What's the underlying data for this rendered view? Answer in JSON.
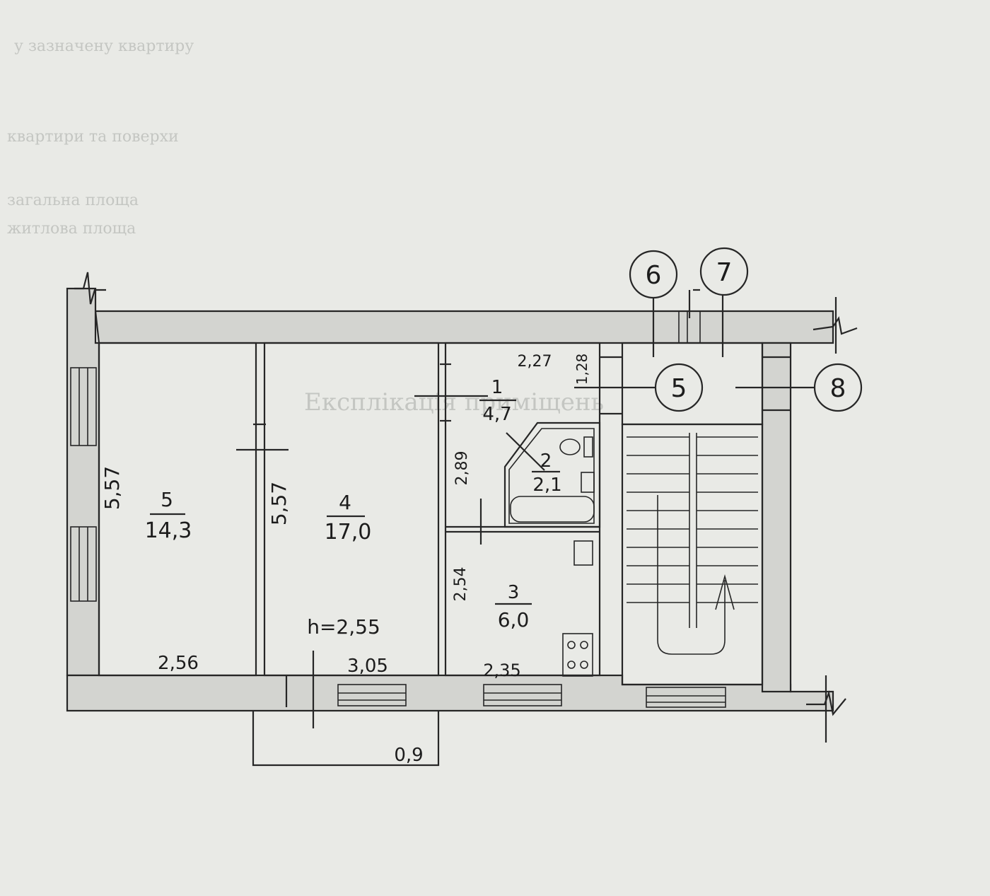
{
  "background_text": [
    "у зазначену квартиру",
    "квартири та поверхи",
    "загальна площа",
    "житлова площа",
    "Експлікація приміщень"
  ],
  "rooms": [
    {
      "number": "5",
      "area": "14,3"
    },
    {
      "number": "4",
      "area": "17,0"
    },
    {
      "number": "1",
      "area": "4,7"
    },
    {
      "number": "2",
      "area": "2,1"
    },
    {
      "number": "3",
      "area": "6,0"
    }
  ],
  "dimensions": {
    "room5_height": "5,57",
    "room5_width": "2,56",
    "room4_height": "5,57",
    "room4_width": "3,05",
    "ceiling_height": "h=2,55",
    "hall_width": "2,27",
    "hall_height": "1,28",
    "hall_length": "2,89",
    "kitchen_height": "2,54",
    "kitchen_width": "2,35",
    "balcony_width": "0,9"
  },
  "axis_markers": [
    "6",
    "7",
    "5",
    "8"
  ]
}
